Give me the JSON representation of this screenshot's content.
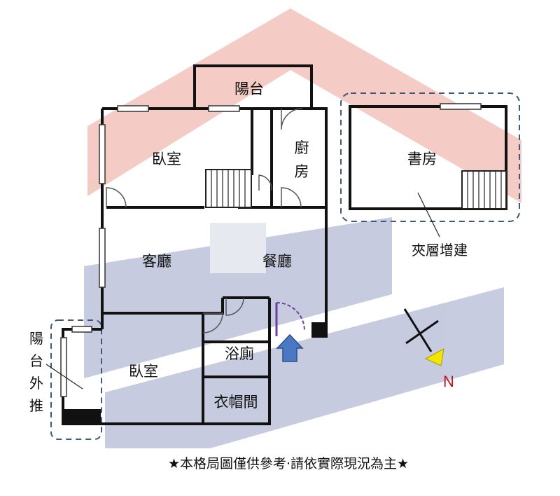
{
  "rooms": {
    "balcony": "陽台",
    "bedroom_top": "臥室",
    "kitchen": "廚房",
    "living_room": "客廳",
    "dining_room": "餐廳",
    "bathroom": "浴廁",
    "bedroom_bottom": "臥室",
    "closet": "衣帽間",
    "balcony_extension": "陽台外推",
    "study": "書房"
  },
  "annotations": {
    "mezzanine": "夾層增建"
  },
  "compass": {
    "north_label": "N"
  },
  "footer": {
    "disclaimer": "★本格局圖僅供參考‧請依實際現況為主★"
  },
  "colors": {
    "walls": "#111111",
    "dashed_outline": "#3d5a7a",
    "entrance_arrow": "#4a78c2",
    "door_arc_entrance": "#6b3fa0",
    "north_arrow": "#f2e600",
    "north_label": "#c0141c",
    "watermark_red": "#f3c9c2",
    "watermark_blue": "#c5c9de"
  }
}
